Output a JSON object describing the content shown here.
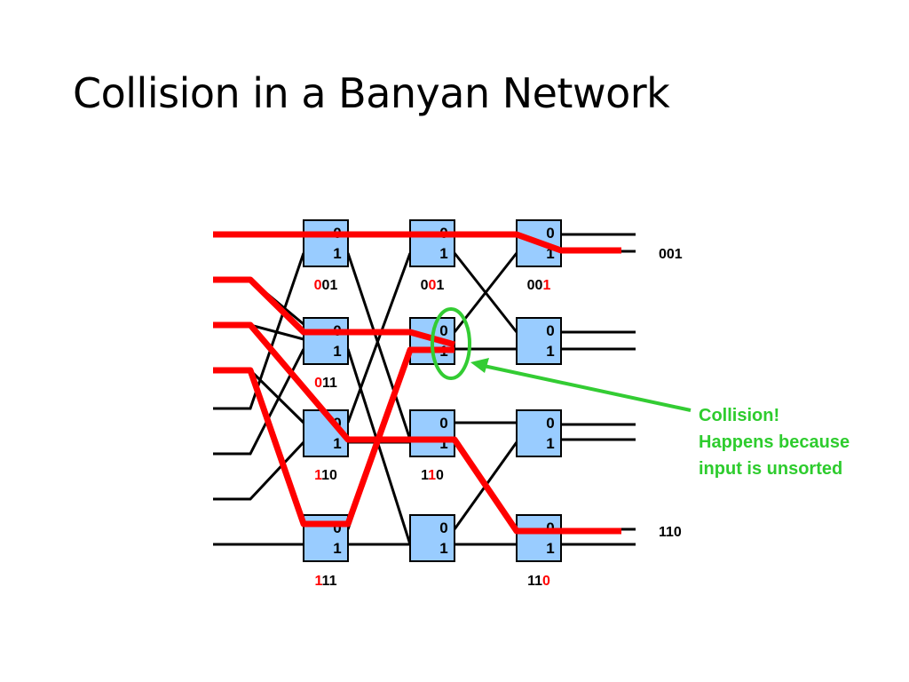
{
  "slide": {
    "title": "Collision in a Banyan Network"
  },
  "colors": {
    "route": "#ff0000",
    "switch_fill": "#99ccff",
    "wire": "#000000",
    "callout": "#33cc33"
  },
  "switch_port_labels": [
    "0",
    "1"
  ],
  "address_labels": [
    {
      "id": "s1-top",
      "parts": [
        {
          "t": "0",
          "hi": true
        },
        {
          "t": "01",
          "hi": false
        }
      ]
    },
    {
      "id": "s2-top",
      "parts": [
        {
          "t": "0",
          "hi": false
        },
        {
          "t": "0",
          "hi": true
        },
        {
          "t": "1",
          "hi": false
        }
      ]
    },
    {
      "id": "s3-top",
      "parts": [
        {
          "t": "00",
          "hi": false
        },
        {
          "t": "1",
          "hi": true
        }
      ]
    },
    {
      "id": "s1-upper",
      "parts": [
        {
          "t": "0",
          "hi": true
        },
        {
          "t": "11",
          "hi": false
        }
      ]
    },
    {
      "id": "s1-lower",
      "parts": [
        {
          "t": "1",
          "hi": true
        },
        {
          "t": "10",
          "hi": false
        }
      ]
    },
    {
      "id": "s2-lower",
      "parts": [
        {
          "t": "1",
          "hi": false
        },
        {
          "t": "1",
          "hi": true
        },
        {
          "t": "0",
          "hi": false
        }
      ]
    },
    {
      "id": "s1-bottom",
      "parts": [
        {
          "t": "1",
          "hi": true
        },
        {
          "t": "11",
          "hi": false
        }
      ]
    },
    {
      "id": "s3-bottom",
      "parts": [
        {
          "t": "11",
          "hi": false
        },
        {
          "t": "0",
          "hi": true
        }
      ]
    }
  ],
  "output_labels": {
    "top": "001",
    "bottom": "110"
  },
  "callout": {
    "lines": [
      "Collision!",
      "Happens because",
      "input is unsorted"
    ]
  }
}
